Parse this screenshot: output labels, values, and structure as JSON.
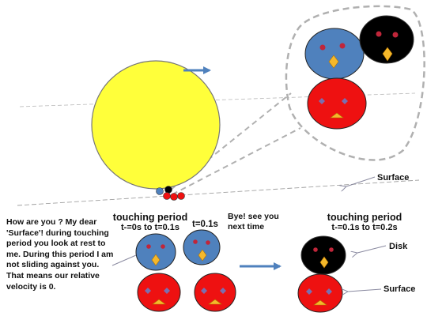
{
  "speech_text": "How are you ?  My dear 'Surface'! during touching period  you look at  rest  to me. During this period I am not sliding against you. That means our relative velocity is 0.",
  "bye_text": "Bye! see you next time",
  "period_left": {
    "title": "touching period",
    "range": "t-=0s to t=0.1s"
  },
  "period_right": {
    "title": "touching period",
    "range": "t-=0.1s to t=0.2s"
  },
  "time_label": "t=0.1s",
  "labels": {
    "surface_top": "Surface",
    "disk": "Disk",
    "surface_bottom": "Surface"
  },
  "colors": {
    "sun": "#ffff3a",
    "disk_blue": "#4f81bd",
    "disk_black": "#000000",
    "surface_red": "#ee1111",
    "beak": "#f5b82a",
    "arrow": "#4f81bd",
    "dashed_line": "#9a9a9a"
  }
}
